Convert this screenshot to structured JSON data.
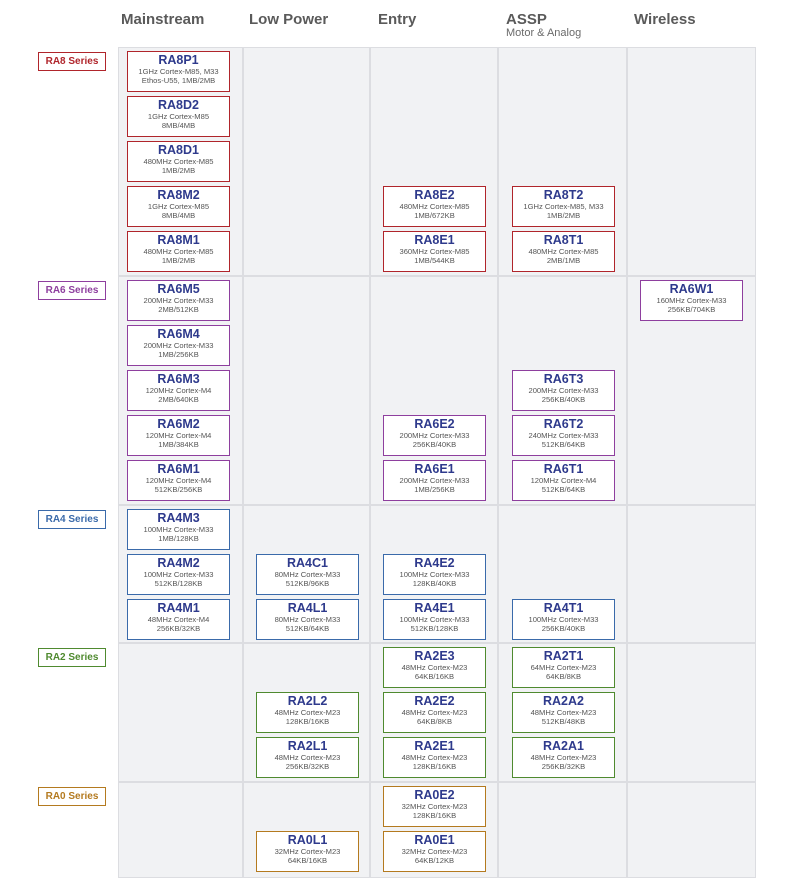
{
  "columns": [
    {
      "title": "Mainstream",
      "subtitle": ""
    },
    {
      "title": "Low Power",
      "subtitle": ""
    },
    {
      "title": "Entry",
      "subtitle": ""
    },
    {
      "title": "ASSP",
      "subtitle": "Motor & Analog"
    },
    {
      "title": "Wireless",
      "subtitle": ""
    }
  ],
  "series": [
    {
      "label": "RA8 Series",
      "color": "#b0252b"
    },
    {
      "label": "RA6 Series",
      "color": "#8e3f9e"
    },
    {
      "label": "RA4 Series",
      "color": "#3a6aaa"
    },
    {
      "label": "RA2 Series",
      "color": "#4f8a2f"
    },
    {
      "label": "RA0 Series",
      "color": "#b47a1f"
    }
  ],
  "devices": [
    {
      "series": 0,
      "col": 0,
      "slot": 0,
      "name": "RA8P1",
      "lines": [
        "1GHz Cortex-M85, M33",
        "Ethos-U55, 1MB/2MB"
      ]
    },
    {
      "series": 0,
      "col": 0,
      "slot": 1,
      "name": "RA8D2",
      "lines": [
        "1GHz Cortex-M85",
        "8MB/4MB"
      ]
    },
    {
      "series": 0,
      "col": 0,
      "slot": 2,
      "name": "RA8D1",
      "lines": [
        "480MHz Cortex-M85",
        "1MB/2MB"
      ]
    },
    {
      "series": 0,
      "col": 0,
      "slot": 3,
      "name": "RA8M2",
      "lines": [
        "1GHz Cortex-M85",
        "8MB/4MB"
      ]
    },
    {
      "series": 0,
      "col": 0,
      "slot": 4,
      "name": "RA8M1",
      "lines": [
        "480MHz Cortex-M85",
        "1MB/2MB"
      ]
    },
    {
      "series": 0,
      "col": 2,
      "slot": 3,
      "name": "RA8E2",
      "lines": [
        "480MHz Cortex-M85",
        "1MB/672KB"
      ]
    },
    {
      "series": 0,
      "col": 2,
      "slot": 4,
      "name": "RA8E1",
      "lines": [
        "360MHz Cortex-M85",
        "1MB/544KB"
      ]
    },
    {
      "series": 0,
      "col": 3,
      "slot": 3,
      "name": "RA8T2",
      "lines": [
        "1GHz Cortex-M85, M33",
        "1MB/2MB"
      ]
    },
    {
      "series": 0,
      "col": 3,
      "slot": 4,
      "name": "RA8T1",
      "lines": [
        "480MHz Cortex-M85",
        "2MB/1MB"
      ]
    },
    {
      "series": 1,
      "col": 0,
      "slot": 0,
      "name": "RA6M5",
      "lines": [
        "200MHz Cortex-M33",
        "2MB/512KB"
      ]
    },
    {
      "series": 1,
      "col": 0,
      "slot": 1,
      "name": "RA6M4",
      "lines": [
        "200MHz Cortex-M33",
        "1MB/256KB"
      ]
    },
    {
      "series": 1,
      "col": 0,
      "slot": 2,
      "name": "RA6M3",
      "lines": [
        "120MHz Cortex-M4",
        "2MB/640KB"
      ]
    },
    {
      "series": 1,
      "col": 0,
      "slot": 3,
      "name": "RA6M2",
      "lines": [
        "120MHz Cortex-M4",
        "1MB/384KB"
      ]
    },
    {
      "series": 1,
      "col": 0,
      "slot": 4,
      "name": "RA6M1",
      "lines": [
        "120MHz Cortex-M4",
        "512KB/256KB"
      ]
    },
    {
      "series": 1,
      "col": 2,
      "slot": 3,
      "name": "RA6E2",
      "lines": [
        "200MHz Cortex-M33",
        "256KB/40KB"
      ]
    },
    {
      "series": 1,
      "col": 2,
      "slot": 4,
      "name": "RA6E1",
      "lines": [
        "200MHz Cortex-M33",
        "1MB/256KB"
      ]
    },
    {
      "series": 1,
      "col": 3,
      "slot": 2,
      "name": "RA6T3",
      "lines": [
        "200MHz Cortex-M33",
        "256KB/40KB"
      ]
    },
    {
      "series": 1,
      "col": 3,
      "slot": 3,
      "name": "RA6T2",
      "lines": [
        "240MHz Cortex-M33",
        "512KB/64KB"
      ]
    },
    {
      "series": 1,
      "col": 3,
      "slot": 4,
      "name": "RA6T1",
      "lines": [
        "120MHz Cortex-M4",
        "512KB/64KB"
      ]
    },
    {
      "series": 1,
      "col": 4,
      "slot": 0,
      "name": "RA6W1",
      "lines": [
        "160MHz Cortex-M33",
        "256KB/704KB"
      ]
    },
    {
      "series": 2,
      "col": 0,
      "slot": 0,
      "name": "RA4M3",
      "lines": [
        "100MHz Cortex-M33",
        "1MB/128KB"
      ]
    },
    {
      "series": 2,
      "col": 0,
      "slot": 1,
      "name": "RA4M2",
      "lines": [
        "100MHz Cortex-M33",
        "512KB/128KB"
      ]
    },
    {
      "series": 2,
      "col": 0,
      "slot": 2,
      "name": "RA4M1",
      "lines": [
        "48MHz Cortex-M4",
        "256KB/32KB"
      ]
    },
    {
      "series": 2,
      "col": 1,
      "slot": 1,
      "name": "RA4C1",
      "lines": [
        "80MHz Cortex-M33",
        "512KB/96KB"
      ]
    },
    {
      "series": 2,
      "col": 1,
      "slot": 2,
      "name": "RA4L1",
      "lines": [
        "80MHz Cortex-M33",
        "512KB/64KB"
      ]
    },
    {
      "series": 2,
      "col": 2,
      "slot": 1,
      "name": "RA4E2",
      "lines": [
        "100MHz Cortex-M33",
        "128KB/40KB"
      ]
    },
    {
      "series": 2,
      "col": 2,
      "slot": 2,
      "name": "RA4E1",
      "lines": [
        "100MHz Cortex-M33",
        "512KB/128KB"
      ]
    },
    {
      "series": 2,
      "col": 3,
      "slot": 2,
      "name": "RA4T1",
      "lines": [
        "100MHz Cortex-M33",
        "256KB/40KB"
      ]
    },
    {
      "series": 3,
      "col": 1,
      "slot": 1,
      "name": "RA2L2",
      "lines": [
        "48MHz Cortex-M23",
        "128KB/16KB"
      ]
    },
    {
      "series": 3,
      "col": 1,
      "slot": 2,
      "name": "RA2L1",
      "lines": [
        "48MHz Cortex-M23",
        "256KB/32KB"
      ]
    },
    {
      "series": 3,
      "col": 2,
      "slot": 0,
      "name": "RA2E3",
      "lines": [
        "48MHz Cortex-M23",
        "64KB/16KB"
      ]
    },
    {
      "series": 3,
      "col": 2,
      "slot": 1,
      "name": "RA2E2",
      "lines": [
        "48MHz Cortex-M23",
        "64KB/8KB"
      ]
    },
    {
      "series": 3,
      "col": 2,
      "slot": 2,
      "name": "RA2E1",
      "lines": [
        "48MHz Cortex-M23",
        "128KB/16KB"
      ]
    },
    {
      "series": 3,
      "col": 3,
      "slot": 0,
      "name": "RA2T1",
      "lines": [
        "64MHz Cortex-M23",
        "64KB/8KB"
      ]
    },
    {
      "series": 3,
      "col": 3,
      "slot": 1,
      "name": "RA2A2",
      "lines": [
        "48MHz Cortex-M23",
        "512KB/48KB"
      ]
    },
    {
      "series": 3,
      "col": 3,
      "slot": 2,
      "name": "RA2A1",
      "lines": [
        "48MHz Cortex-M23",
        "256KB/32KB"
      ]
    },
    {
      "series": 4,
      "col": 1,
      "slot": 1,
      "name": "RA0L1",
      "lines": [
        "32MHz Cortex-M23",
        "64KB/16KB"
      ]
    },
    {
      "series": 4,
      "col": 2,
      "slot": 0,
      "name": "RA0E2",
      "lines": [
        "32MHz Cortex-M23",
        "128KB/16KB"
      ]
    },
    {
      "series": 4,
      "col": 2,
      "slot": 1,
      "name": "RA0E1",
      "lines": [
        "32MHz Cortex-M23",
        "64KB/12KB"
      ]
    }
  ]
}
